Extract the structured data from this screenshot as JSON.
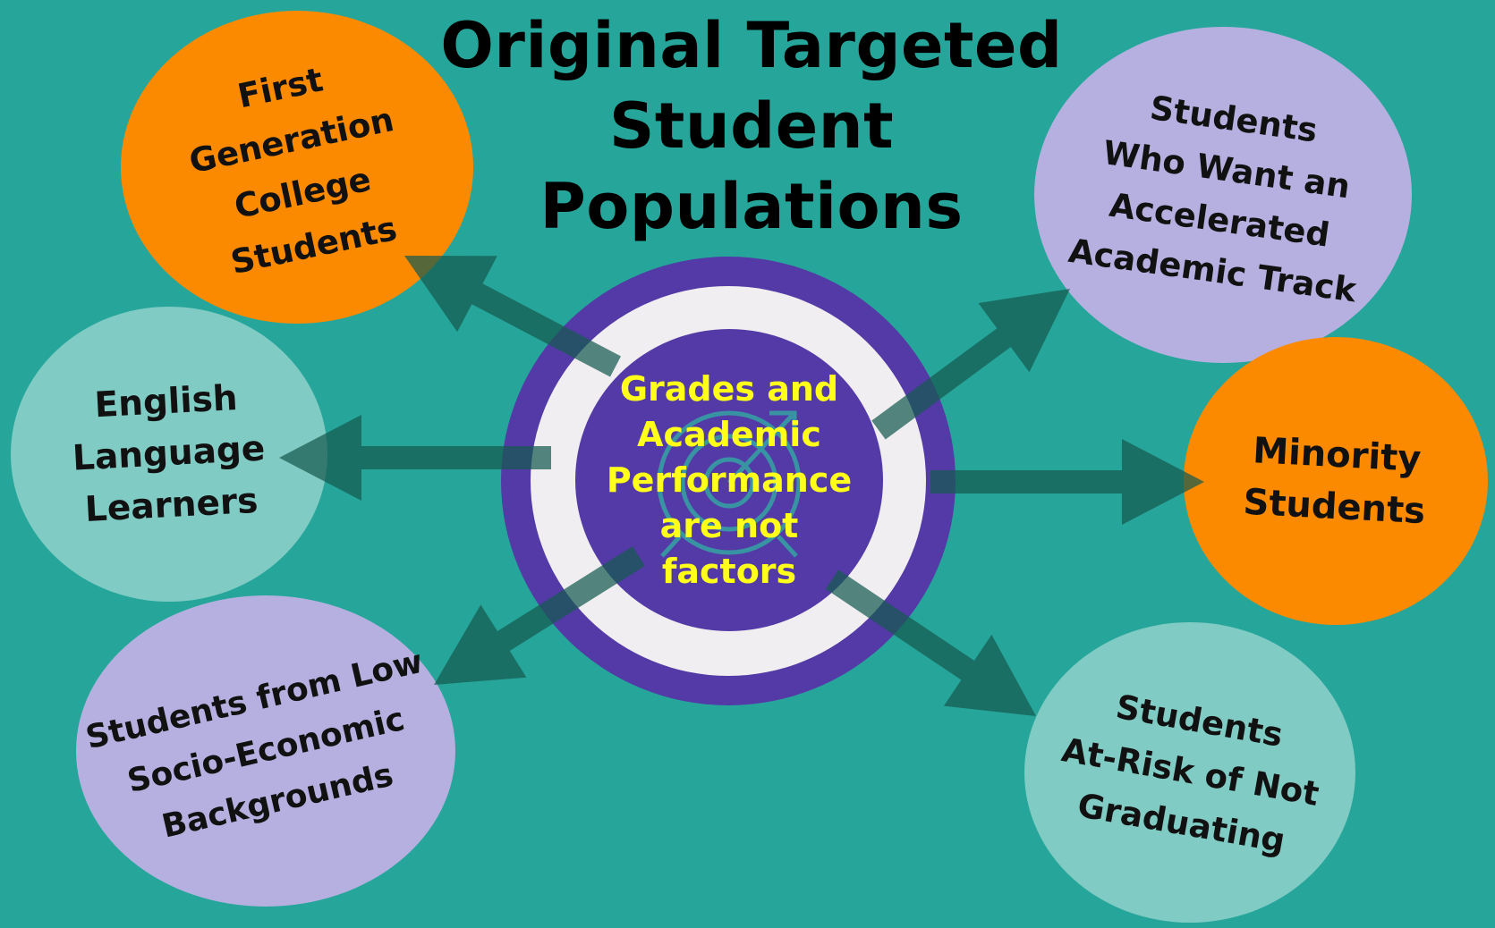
{
  "title": {
    "lines": [
      "Original Targeted",
      "Student",
      "Populations"
    ]
  },
  "center": {
    "lines": [
      "Grades and",
      "Academic",
      "Performance",
      "are not",
      "factors"
    ]
  },
  "populations": {
    "first_gen": {
      "lines": [
        "First",
        "Generation",
        "College",
        "Students"
      ],
      "color": "#fb8a00"
    },
    "accelerated": {
      "lines": [
        "Students",
        "Who Want an",
        "Accelerated",
        "Academic Track"
      ],
      "color": "#b5b0e0"
    },
    "ell": {
      "lines": [
        "English",
        "Language",
        "Learners"
      ],
      "color": "#80cbc4"
    },
    "minority": {
      "lines": [
        "Minority",
        "Students"
      ],
      "color": "#fb8a00"
    },
    "low_ses": {
      "lines": [
        "Students from Low",
        "Socio-Economic",
        "Backgrounds"
      ],
      "color": "#b5b0e0"
    },
    "at_risk": {
      "lines": [
        "Students",
        "At-Risk of Not",
        "Graduating"
      ],
      "color": "#80cbc4"
    }
  },
  "colors": {
    "background": "#26a69a",
    "arrow": "#165a50",
    "center_fill": "#533aa6",
    "center_ring": "#f0eef0",
    "center_text": "#ffff1a"
  },
  "icons": {
    "center_watermark": "target-arrow-icon"
  }
}
